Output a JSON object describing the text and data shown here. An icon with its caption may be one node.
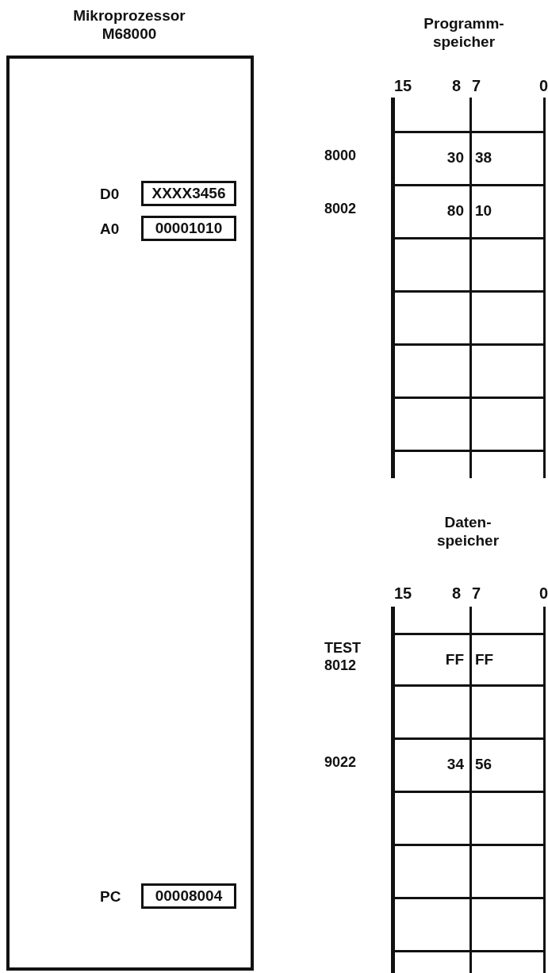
{
  "diagram": {
    "nodes": [
      {
        "text": [
          "Mikroprozessor M68000"
        ]
      },
      {
        "text": [
          "XXXX3456"
        ],
        "beside": [
          "D0"
        ],
        "in": 0
      },
      {
        "text": [
          "00001010"
        ],
        "beside": [
          "A0"
        ],
        "in": 0
      },
      {
        "text": [
          "00008004"
        ],
        "beside": [
          "PC"
        ],
        "in": 0
      },
      {
        "text": [
          "Programm- speicher"
        ]
      },
      {
        "text": [
          "30",
          "38"
        ],
        "beside": [
          "8000"
        ],
        "in": 4
      },
      {
        "text": [
          "80",
          "10"
        ],
        "beside": [
          "8002"
        ],
        "in": 4
      },
      {
        "text": [],
        "shape": "box",
        "in": 4
      },
      {
        "text": [],
        "shape": "box",
        "in": 4
      },
      {
        "text": [],
        "shape": "box",
        "in": 4
      },
      {
        "text": [],
        "shape": "box",
        "in": 4
      },
      {
        "text": [
          "Daten- speicher"
        ]
      },
      {
        "text": [
          "FF",
          "FF"
        ],
        "beside": [
          "TEST 8012"
        ],
        "in": 11
      },
      {
        "text": [],
        "shape": "box",
        "in": 11
      },
      {
        "text": [
          "34",
          "56"
        ],
        "beside": [
          "9022"
        ],
        "in": 11
      },
      {
        "text": [],
        "shape": "box",
        "in": 11
      },
      {
        "text": [],
        "shape": "box",
        "in": 11
      },
      {
        "text": [],
        "shape": "box",
        "in": 11
      }
    ],
    "edges": [],
    "labels": [
      "15",
      "8",
      "7",
      "0",
      "15",
      "8",
      "7",
      "0"
    ]
  }
}
